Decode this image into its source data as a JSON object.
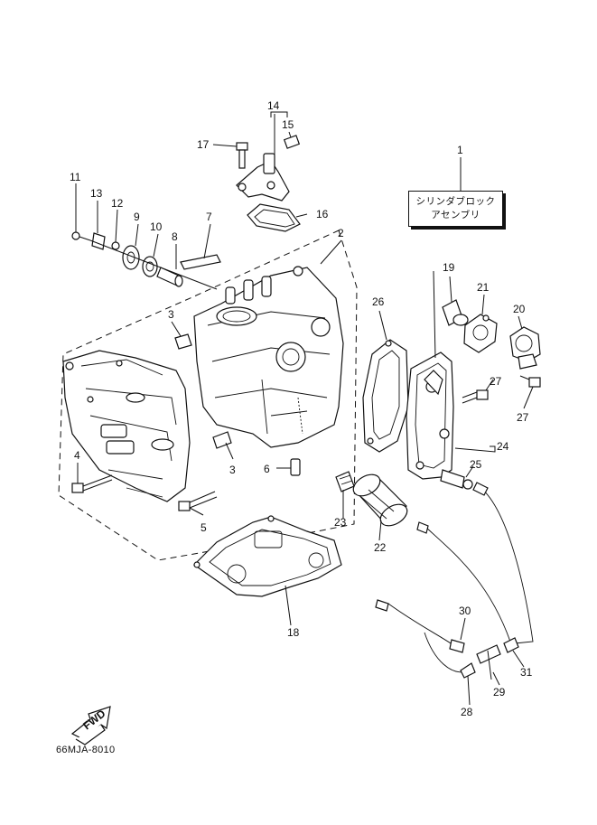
{
  "diagram": {
    "assembly_name_line1": "シリンダブロック",
    "assembly_name_line2": "アセンブリ",
    "drawing_code": "66MJA-8010",
    "fwd_marker": "FWD",
    "callouts": [
      "1",
      "2",
      "3",
      "3",
      "4",
      "5",
      "6",
      "7",
      "8",
      "9",
      "10",
      "11",
      "12",
      "13",
      "14",
      "15",
      "16",
      "17",
      "18",
      "19",
      "20",
      "21",
      "22",
      "23",
      "24",
      "25",
      "26",
      "27",
      "27",
      "28",
      "29",
      "30",
      "31"
    ]
  }
}
